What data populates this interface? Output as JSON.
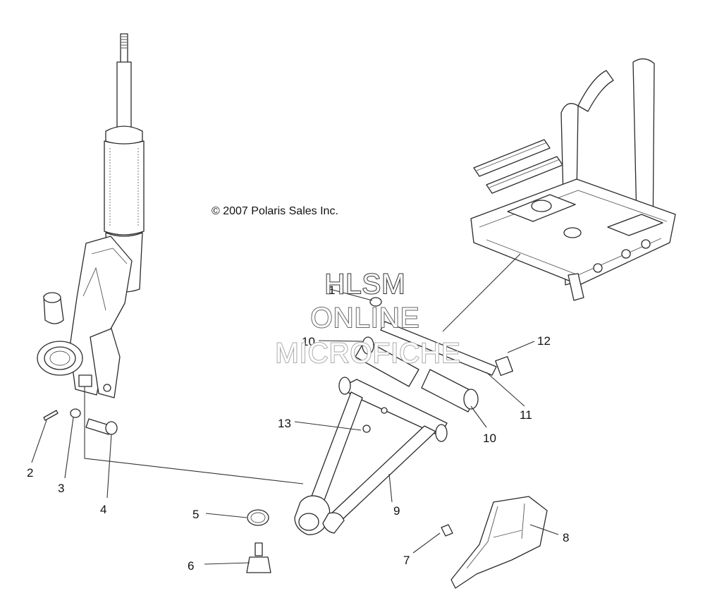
{
  "copyright": "© 2007 Polaris Sales Inc.",
  "watermark": {
    "line1": "HLSM",
    "line2": "ONLINE",
    "line3": "MICROFICHE",
    "colors": [
      "#333333",
      "#666666",
      "#aaaaaa"
    ]
  },
  "callouts": [
    "1",
    "2",
    "3",
    "4",
    "5",
    "6",
    "7",
    "8",
    "9",
    "10",
    "10",
    "11",
    "12",
    "13"
  ],
  "colors": {
    "line": "#2a2a2a",
    "fill": "#ffffff",
    "background": "#ffffff"
  }
}
